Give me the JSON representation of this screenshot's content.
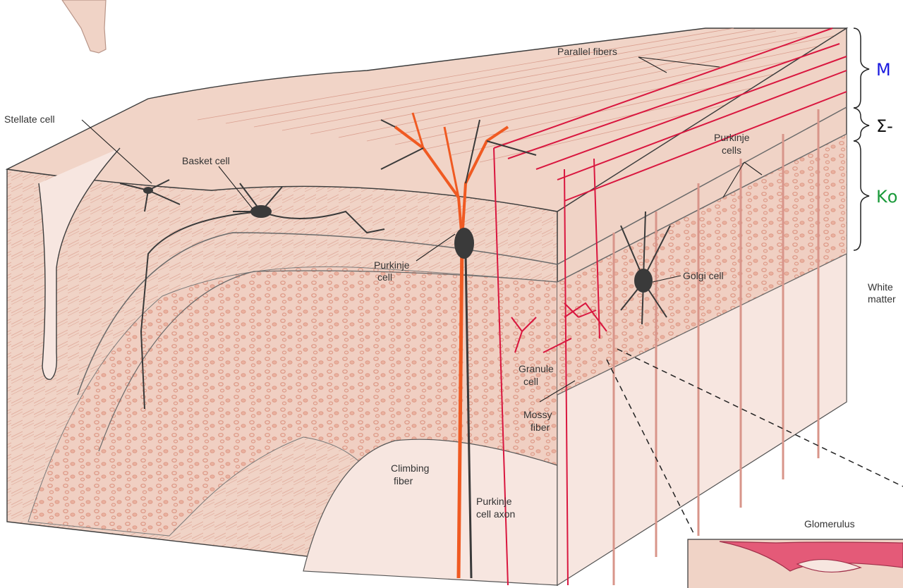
{
  "labels": {
    "stellate_cell": "Stellate cell",
    "basket_cell": "Basket cell",
    "parallel_fibers": "Parallel fibers",
    "purkinje_cells_1": "Purkinje",
    "purkinje_cells_2": "cells",
    "purkinje_cell_1": "Purkinje",
    "purkinje_cell_2": "cell",
    "golgi_cell": "Golgi cell",
    "white_matter_1": "White",
    "white_matter_2": "matter",
    "granule_cell_1": "Granule",
    "granule_cell_2": "cell",
    "mossy_fiber_1": "Mossy",
    "mossy_fiber_2": "fiber",
    "climbing_fiber_1": "Climbing",
    "climbing_fiber_2": "fiber",
    "purkinje_axon_1": "Purkinje",
    "purkinje_axon_2": "cell axon",
    "glomerulus": "Glomerulus"
  },
  "layers": {
    "molecular": "M",
    "purkinje": "Σ-",
    "granular": "Κο"
  },
  "colors": {
    "tissue": "#f1d4c7",
    "tissue_dark": "#e3b3a4",
    "fiber_red": "#d9173f",
    "purkinje_orange": "#f05a22",
    "cell_dark": "#3a3a3a",
    "white_matter": "#f7e6e0",
    "layer_molecular": "#1a1adf",
    "layer_purkinje": "#111111",
    "layer_granular": "#1a9a3a",
    "glomerulus_pink": "#e45a78"
  }
}
